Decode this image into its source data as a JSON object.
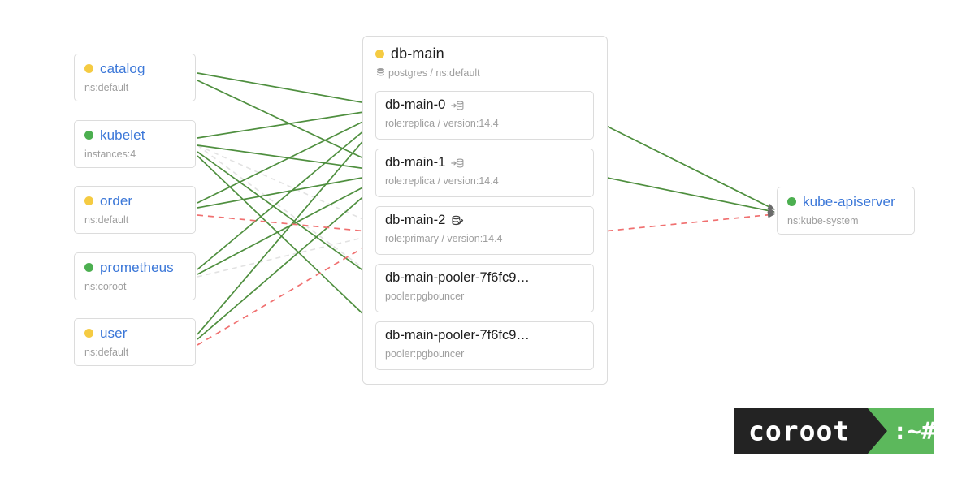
{
  "diagram": {
    "type": "service-map",
    "colors": {
      "edge_green": "#4f8f3f",
      "edge_red_dashed": "#f07070",
      "edge_gray_dashed": "#e0e0e0",
      "arrow": "#6b6b6b",
      "status_ok": "#4caf50",
      "status_warn": "#f5cb42",
      "link_text": "#3b77d8",
      "muted_text": "#9e9e9e",
      "border": "#dcdcdc",
      "logo_green": "#5cb85c",
      "logo_dark": "#232323"
    }
  },
  "left_nodes": [
    {
      "name": "catalog",
      "subtitle": "ns:default",
      "status": "warn",
      "status_label": "warning"
    },
    {
      "name": "kubelet",
      "subtitle": "instances:4",
      "status": "ok",
      "status_label": "ok"
    },
    {
      "name": "order",
      "subtitle": "ns:default",
      "status": "warn",
      "status_label": "warning"
    },
    {
      "name": "prometheus",
      "subtitle": "ns:coroot",
      "status": "ok",
      "status_label": "ok"
    },
    {
      "name": "user",
      "subtitle": "ns:default",
      "status": "warn",
      "status_label": "warning"
    }
  ],
  "group": {
    "name": "db-main",
    "status": "warn",
    "status_label": "warning",
    "subtitle": "postgres / ns:default",
    "subtitle_icon": "database-icon",
    "children": [
      {
        "name": "db-main-0",
        "subtitle": "role:replica / version:14.4",
        "icon": "database-replica-icon"
      },
      {
        "name": "db-main-1",
        "subtitle": "role:replica / version:14.4",
        "icon": "database-replica-icon"
      },
      {
        "name": "db-main-2",
        "subtitle": "role:primary / version:14.4",
        "icon": "database-primary-icon"
      },
      {
        "name": "db-main-pooler-7f6fc9…",
        "subtitle": "pooler:pgbouncer",
        "icon": "none"
      },
      {
        "name": "db-main-pooler-7f6fc9…",
        "subtitle": "pooler:pgbouncer",
        "icon": "none"
      }
    ]
  },
  "right_nodes": [
    {
      "name": "kube-apiserver",
      "subtitle": "ns:kube-system",
      "status": "ok",
      "status_label": "ok"
    }
  ],
  "logo": {
    "word": "coroot",
    "prompt": ":~#"
  },
  "edges": {
    "green_solid": [
      {
        "from": "catalog",
        "to": "db-main-0"
      },
      {
        "from": "catalog",
        "to": "db-main-1"
      },
      {
        "from": "kubelet",
        "to": "db-main-0"
      },
      {
        "from": "kubelet",
        "to": "db-main-1"
      },
      {
        "from": "kubelet",
        "to": "db-main-pooler-a"
      },
      {
        "from": "kubelet",
        "to": "db-main-pooler-b"
      },
      {
        "from": "order",
        "to": "db-main-0"
      },
      {
        "from": "order",
        "to": "db-main-1"
      },
      {
        "from": "prometheus",
        "to": "db-main-0"
      },
      {
        "from": "prometheus",
        "to": "db-main-1"
      },
      {
        "from": "user",
        "to": "db-main-0"
      },
      {
        "from": "user",
        "to": "db-main-1"
      },
      {
        "from": "db-main-0",
        "to": "kube-apiserver"
      },
      {
        "from": "db-main-1",
        "to": "kube-apiserver"
      }
    ],
    "red_dashed": [
      {
        "from": "order",
        "to": "db-main-2"
      },
      {
        "from": "user",
        "to": "db-main-2"
      },
      {
        "from": "db-main-0",
        "to": "db-main-2"
      },
      {
        "from": "db-main-1",
        "to": "db-main-2"
      },
      {
        "from": "db-main-pooler-a",
        "to": "db-main-2"
      },
      {
        "from": "db-main-pooler-b",
        "to": "db-main-2"
      },
      {
        "from": "db-main-2",
        "to": "kube-apiserver"
      }
    ],
    "gray_dashed": [
      {
        "from": "kubelet",
        "to": "db-main-2"
      },
      {
        "from": "prometheus",
        "to": "db-main-2"
      },
      {
        "from": "kubelet",
        "to": "db-main-pooler-a"
      }
    ]
  }
}
